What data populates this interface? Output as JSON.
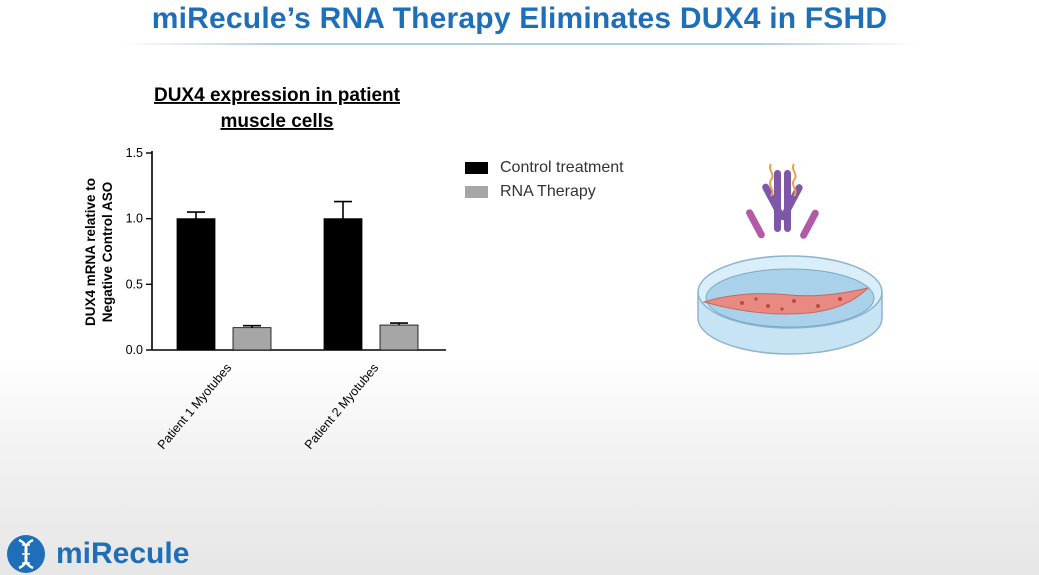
{
  "slide": {
    "title": "miRecule’s RNA Therapy Eliminates DUX4 in FSHD"
  },
  "chart_data": {
    "type": "bar",
    "title_lines": [
      "DUX4 expression in patient",
      "muscle cells"
    ],
    "ylabel_lines": [
      "DUX4 mRNA relative to",
      "Negative Control  ASO"
    ],
    "categories": [
      "Patient 1 Myotubes",
      "Patient 2 Myotubes"
    ],
    "series": [
      {
        "name": "Control treatment",
        "values": [
          1.0,
          1.0
        ],
        "errors": [
          0.05,
          0.13
        ],
        "color": "#000000"
      },
      {
        "name": "RNA Therapy",
        "values": [
          0.17,
          0.19
        ],
        "errors": [
          0.015,
          0.015
        ],
        "color": "#a6a6a6"
      }
    ],
    "ylim": [
      0,
      1.5
    ],
    "yticks": [
      0,
      0.5,
      1.0,
      1.5
    ],
    "ytick_labels": [
      "0.0",
      "0.5",
      "1.0",
      "1.5"
    ],
    "grid": false,
    "legend_position": "right"
  },
  "logo": {
    "text": "miRecule"
  },
  "colors": {
    "accent": "#1f6fb8"
  }
}
